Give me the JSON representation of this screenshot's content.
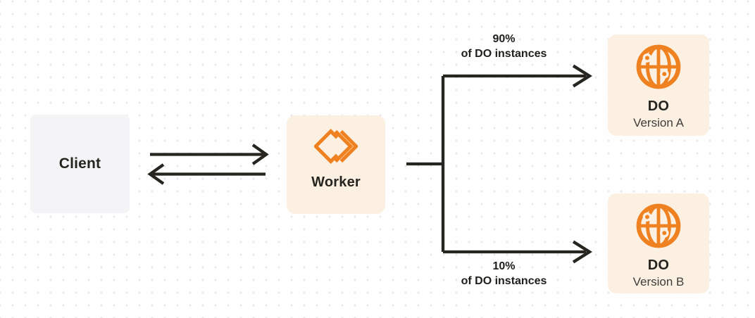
{
  "diagram": {
    "nodes": {
      "client": {
        "label": "Client"
      },
      "worker": {
        "label": "Worker",
        "icon": "workers-chevron-icon"
      },
      "do_a": {
        "title": "DO",
        "subtitle": "Version A",
        "icon": "globe-icon"
      },
      "do_b": {
        "title": "DO",
        "subtitle": "Version B",
        "icon": "globe-icon"
      }
    },
    "edge_labels": {
      "top_branch": {
        "line1": "90%",
        "line2": "of DO instances"
      },
      "bottom_branch": {
        "line1": "10%",
        "line2": "of DO instances"
      }
    },
    "colors": {
      "orange": "#EF8120",
      "cream": "#FCF0E2",
      "client_gray": "#F4F4F6",
      "line_dark": "#26251F",
      "text_dark": "#25241F",
      "text_sub": "#3E3D39",
      "dot": "#E8E8E8",
      "bg": "#FEFEFE"
    }
  }
}
